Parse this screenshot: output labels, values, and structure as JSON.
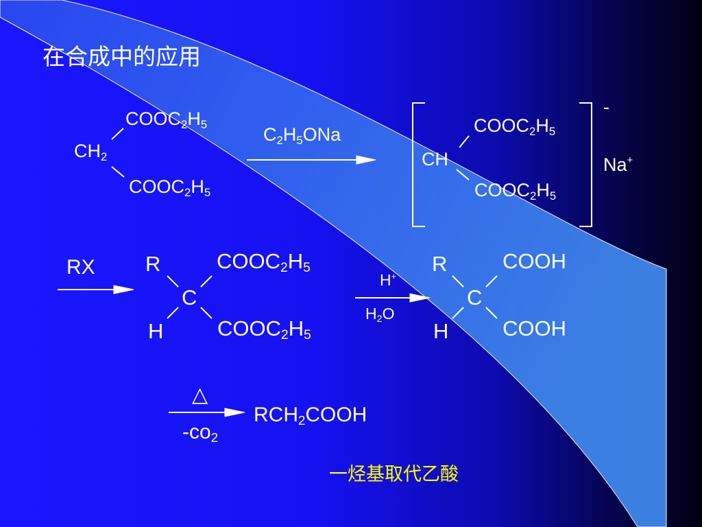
{
  "slide": {
    "heading": "在合成中的应用",
    "caption": "一烃基取代乙酸",
    "colors": {
      "background_left": "#1a17ff",
      "background_right": "#000012",
      "text": "#ffffff",
      "caption": "#ffff00",
      "accent_light": "#3e7fe8"
    }
  },
  "reaction1": {
    "reactant": {
      "top_group": {
        "a": "COOC",
        "b": "2",
        "c": "H",
        "d": "5"
      },
      "center": {
        "a": "CH",
        "b": "2"
      },
      "bottom_group": {
        "a": "COOC",
        "b": "2",
        "c": "H",
        "d": "5"
      }
    },
    "reagent": {
      "a": "C",
      "b": "2",
      "c": "H",
      "d": "5",
      "e": "ONa"
    },
    "product": {
      "top_group": {
        "a": "COOC",
        "b": "2",
        "c": "H",
        "d": "5"
      },
      "center": "CH",
      "bottom_group": {
        "a": "COOC",
        "b": "2",
        "c": "H",
        "d": "5"
      },
      "charge": "-",
      "counter_ion": {
        "a": "Na",
        "b": "+"
      }
    }
  },
  "reaction2": {
    "reagent": "RX",
    "intermediate": {
      "r": "R",
      "center": "C",
      "h": "H",
      "top_group": {
        "a": "COOC",
        "b": "2",
        "c": "H",
        "d": "5"
      },
      "bottom_group": {
        "a": "COOC",
        "b": "2",
        "c": "H",
        "d": "5"
      }
    },
    "condition_top": {
      "a": "H",
      "b": "+"
    },
    "condition_bottom": {
      "a": "H",
      "b": "2",
      "c": "O"
    },
    "acid": {
      "r": "R",
      "center": "C",
      "h": "H",
      "top_group": "COOH",
      "bottom_group": "COOH"
    }
  },
  "reaction3": {
    "condition_top": "△",
    "condition_bottom": {
      "a": "-co",
      "b": "2"
    },
    "product": {
      "a": "RCH",
      "b": "2",
      "c": "COOH"
    }
  }
}
